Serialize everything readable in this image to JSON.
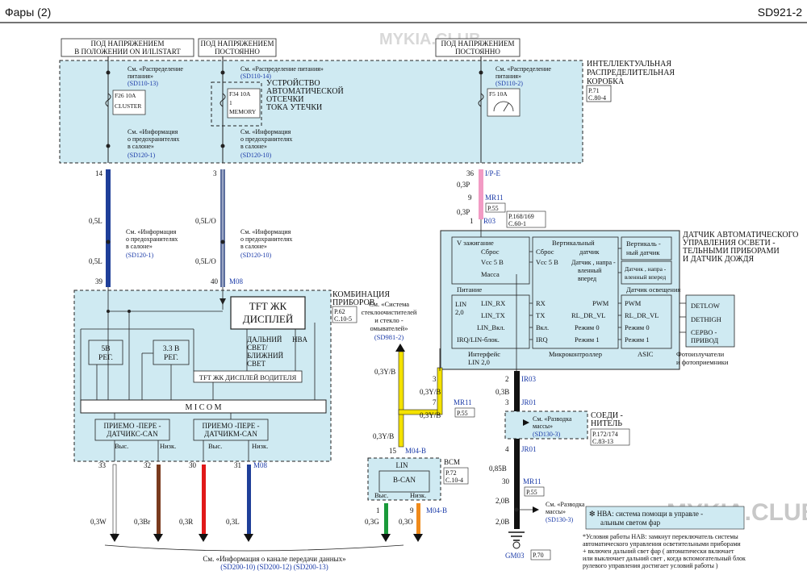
{
  "header": {
    "title": "Фары  (2)",
    "code": "SD921-2"
  },
  "watermark": "MYKIA.CLUB",
  "colors": {
    "box_fill": "#cfeaf2",
    "blue_text": "#1a3aa8",
    "wire_blue": "#1f3f99",
    "wire_pink": "#f29bc4",
    "wire_yellow": "#f4e200",
    "wire_brown": "#7a3b1e",
    "wire_red": "#e01818",
    "wire_green": "#1a9a3a",
    "wire_orange": "#f08a1a"
  },
  "power": {
    "on_start": [
      "ПОД НАПРЯЖЕНИЕМ",
      "В ПОЛОЖЕНИИ ON  И/ILISTART"
    ],
    "const1": [
      "ПОД НАПРЯЖЕНИЕМ",
      "ПОСТОЯННО"
    ],
    "const2": [
      "ПОД НАПРЯЖЕНИЕМ",
      "ПОСТОЯННО"
    ]
  },
  "fusebox": {
    "title": [
      "ИНТЕЛЛЕКТУАЛЬНАЯ",
      "РАСПРЕДЕЛИТЕЛЬНАЯ",
      "КОРОБКА"
    ],
    "ref": [
      "P.71",
      "C.80-4"
    ],
    "col1": {
      "see": [
        "См. «Распределение",
        "питания»"
      ],
      "code": "(SD110-13)",
      "fuse": "F26 10A",
      "label": "CLUSTER",
      "info": [
        "См. «Информация",
        "о предохранителях",
        "в салоне»"
      ],
      "info_code": "(SD120-1)"
    },
    "col2": {
      "see": [
        "См. «Распределение    питания»"
      ],
      "code": "(SD110-14)",
      "fuse": "F34 10A",
      "fuse2": "1",
      "label": "MEMORY",
      "info": [
        "См. «Информация",
        "о предохранителях",
        "в салоне»"
      ],
      "info_code": "(SD120-10)"
    },
    "col3": {
      "see": [
        "См. «Распределение",
        "питания»"
      ],
      "code": "(SD110-2)",
      "fuse": "F5 10A"
    },
    "cutoff": [
      "УСТРОЙСТВО",
      "АВТОМАТИЧЕСКОЙ",
      "ОТСЕЧКИ",
      "ТОКА УТЕЧКИ"
    ]
  },
  "wires_top": {
    "p14": "14",
    "p3": "3",
    "p36": "36",
    "ipe": "I/P-E",
    "w1": "0,5L",
    "w2": "0,5L/O",
    "w3a": "0,3P",
    "mr11": "MR11",
    "p9": "9",
    "p55": "P.55",
    "w3b": "0,3P",
    "p1": "1",
    "r03": "R03",
    "ref168": [
      "P.168/169",
      "C.60-1"
    ],
    "mid_info1": [
      "См. «Информация",
      "о предохранителях",
      "в салоне»"
    ],
    "mid_code1": "(SD120-1)",
    "mid_info2": [
      "См. «Информация",
      "о предохранителях",
      "в салоне»"
    ],
    "mid_code2": "(SD120-10)",
    "w4": "0,5L",
    "w5": "0,5L/O",
    "p39": "39",
    "p40": "40",
    "m08": "M08"
  },
  "sensor": {
    "title": [
      "ДАТЧИК АВТОМАТИЧЕСКОГО",
      "УПРАВЛЕНИЯ  ОСВЕТИ -",
      "ТЕЛЬНЫМИ ПРИБОРАМИ",
      "И ДАТЧИК ДОЖДЯ"
    ],
    "left": [
      "V зажигание",
      "Сброс",
      "Vcc 5  В",
      "Масса"
    ],
    "pit": "Питание",
    "lin": [
      "LIN",
      "2,0"
    ],
    "linpins": [
      "LIN_RX",
      "LIN_TX",
      "LIN_Вкл.",
      "IRQ/LIN-блок."
    ],
    "iface": [
      "Интерфейс",
      "LIN 2,0"
    ],
    "mc_in": [
      "Сброс",
      "Vcc 5  В",
      "RX",
      "TX",
      "Вкл.",
      "IRQ"
    ],
    "mc_top": [
      "Вертикальный",
      "датчик"
    ],
    "mc_side": [
      "Датчик , напра -",
      "вленный",
      "вперед"
    ],
    "mc_out": [
      "PWM",
      "RL_DR_VL",
      "Режим  0",
      "Режим  1"
    ],
    "mc_label": "Микроконтроллер",
    "vs": [
      "Вертикаль -",
      "ный датчик"
    ],
    "fs": [
      "Датчик , напра -",
      "вленный  вперед"
    ],
    "ls": "Датчик  освещения",
    "asic_in": [
      "PWM",
      "RL_DR_VL",
      "Режим 0",
      "Режим  1"
    ],
    "asic": "ASIC",
    "det": [
      "DETLOW",
      "DETHIGH",
      "СЕРВО -",
      "ПРИВОД"
    ],
    "photo": [
      "Фотоизлучатели",
      "и фотоприемники"
    ]
  },
  "cluster": {
    "title": [
      "КОМБИНАЦИЯ",
      "ПРИБОРОВ"
    ],
    "ref": [
      "P.62",
      "C.10-5"
    ],
    "lcd": [
      "TFT ЖК",
      "ДИСПЛЕЙ"
    ],
    "hb": [
      "ДАЛЬНИЙ",
      "СВЕТ/",
      "БЛИЖНИЙ",
      "СВЕТ"
    ],
    "hba": "HBA",
    "reg5": [
      "5В",
      "РЕГ."
    ],
    "reg33": [
      "3.3  В",
      "РЕГ."
    ],
    "driver": "TFT ЖК ДИСПЛЕЙ ВОДИТЕЛЯ",
    "micom": "M I C O M",
    "can1": [
      "ПРИЕМО -ПЕРЕ -",
      "ДАТЧИКС-CAN"
    ],
    "can2": [
      "ПРИЕМО -ПЕРЕ -",
      "ДАТЧИКМ-CAN"
    ],
    "hi": "Выс.",
    "lo": "Низк."
  },
  "bottom_wires": [
    {
      "pin": "33",
      "label": "0,3W"
    },
    {
      "pin": "32",
      "label": "0,3Br"
    },
    {
      "pin": "30",
      "label": "0,3R"
    },
    {
      "pin": "31",
      "label": "0,3L"
    }
  ],
  "m08b": "M08",
  "wiper": {
    "see": [
      "См. «Система",
      "стеклоочистителей",
      "и стекло -",
      "омывателей»"
    ],
    "code": "(SD981-2)"
  },
  "yellow": {
    "w1": "0,3Y/B",
    "p3": "3",
    "w2": "0,3Y/B",
    "p7": "7",
    "mr11": "MR11",
    "w3": "0,3Y/B",
    "p55": "P.55",
    "w4": "0,3Y/B",
    "p15": "15",
    "m04b": "M04-B"
  },
  "bcm": {
    "title": "BCM",
    "ref": [
      "P.72",
      "C.10-4"
    ],
    "lin": "LIN",
    "bcan": "B-CAN",
    "hi": "Выс.",
    "lo": "Низк.",
    "p1": "1",
    "p9": "9",
    "m04b": "M04-B",
    "g": "0,3G",
    "o": "0,3O"
  },
  "black": {
    "p2": "2",
    "ir03": "IR03",
    "w1": "0,3B",
    "p3": "3",
    "jr01": "JR01",
    "see_mass": [
      "См. «Разводка",
      "массы»"
    ],
    "mass_code": "(SD130-3)",
    "conn": [
      "СОЕДИ -",
      "НИТЕЛЬ"
    ],
    "conn_ref": [
      "P.172/174",
      "C.83-13"
    ],
    "p4": "4",
    "jr01b": "JR01",
    "w2": "0,85B",
    "p30": "30",
    "mr11": "MR11",
    "p55": "P.55",
    "w3": "2,0B",
    "see_mass2": [
      "См. «Разводка",
      "массы»"
    ],
    "mass_code2": "(SD130-3)",
    "w4": "2,0B",
    "gm03": "GM03",
    "p70": "P.70"
  },
  "note_hba": [
    "❇ НВА: система    помощи  в управле -",
    "альным светом фар"
  ],
  "note_text": [
    "*Условия работы НАВ: замкнут переключатель   системы",
    "автоматического   управления осветительными  приборами",
    "+ включен  дальний свет фар ( автоматически    включает",
    "или выключает дальний свет , когда вспомогательный блок",
    "рулевого управления  достигает  условий работы )"
  ],
  "footer": {
    "see": "См. «Информация  о канале  передачи  данных»",
    "codes": "(SD200-10)   (SD200-12)   (SD200-13)"
  }
}
